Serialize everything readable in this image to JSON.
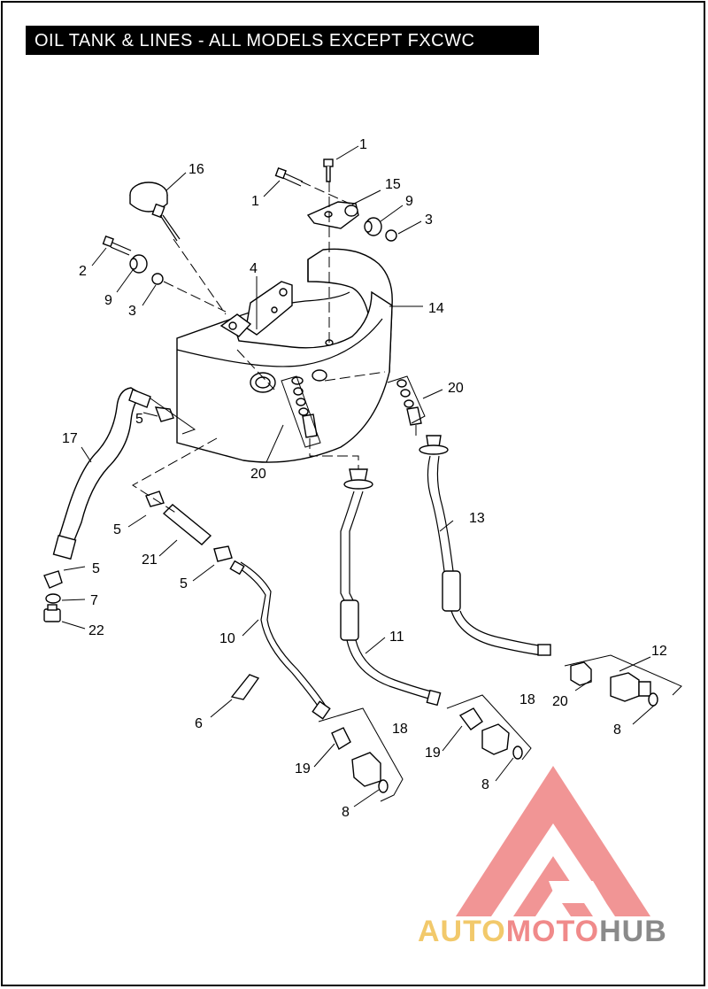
{
  "title": "OIL TANK & LINES - ALL MODELS EXCEPT FXCWC",
  "callouts": [
    "1",
    "1",
    "16",
    "15",
    "9",
    "3",
    "2",
    "9",
    "3",
    "4",
    "14",
    "20",
    "20",
    "17",
    "5",
    "13",
    "5",
    "21",
    "5",
    "5",
    "7",
    "22",
    "10",
    "11",
    "12",
    "6",
    "18",
    "18",
    "20",
    "8",
    "19",
    "19",
    "8",
    "8"
  ],
  "watermark": {
    "part1": "AUTO",
    "part2": "MOTO",
    "part3": "HUB",
    "colors": {
      "auto": "#f2c96b",
      "moto": "#f08a8a",
      "hub": "#8a8a8a",
      "triangle": "#f08a8a"
    }
  }
}
